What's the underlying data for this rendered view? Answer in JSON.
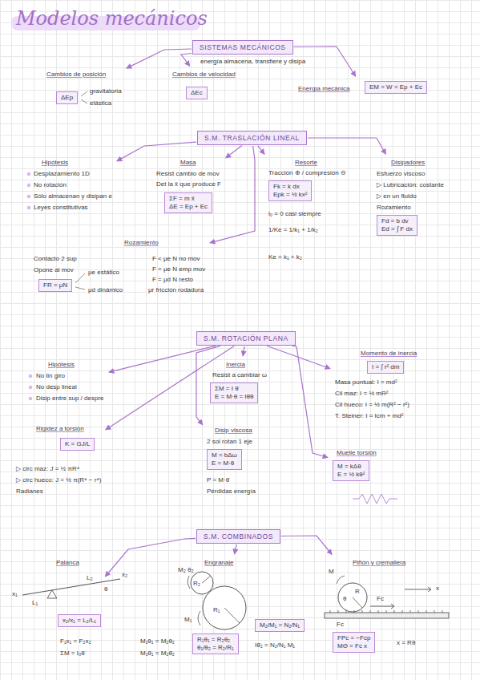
{
  "diagram": {
    "title": "Modelos mecánicos",
    "nodes": [
      {
        "text": [
          "SISTEMAS MECÁNICOS"
        ]
      },
      {
        "text": [
          "Cambios de posición",
          "gravitatoria",
          "elástica"
        ]
      },
      {
        "text": [
          "ΔEp"
        ],
        "in": 1
      },
      {
        "text": [
          "Cambios de velocidad"
        ]
      },
      {
        "text": [
          "ΔEc"
        ],
        "in": 3
      },
      {
        "text": [
          "Energía mecánica"
        ]
      },
      {
        "text": [
          "EM = W = Ep + Ec"
        ],
        "in": 5
      },
      {
        "text": [
          "S.M. TRASLACIÓN LINEAL"
        ]
      },
      {
        "text": [
          "Hipótesis",
          "Desplazamiento 1D",
          "No rotación",
          "Sólo almacenan y disipan e",
          "Leyes constitutivas"
        ]
      },
      {
        "text": [
          "Masa",
          "Resist cambio de mov",
          "Det la ẍ que produce F"
        ]
      },
      {
        "text": [
          "ΣF = m ẍ",
          "ΔE = Ep + Ec"
        ],
        "in": 9
      },
      {
        "text": [
          "Resorte",
          "Tracción ⊕ / compresión ⊖",
          "l₀ = 0 casi siempre",
          "1/Ke = 1/k₁ + 1/k₂",
          "Ke = k₁ + k₂"
        ]
      },
      {
        "text": [
          "Fk = k dx",
          "Epk = ½ kx²"
        ],
        "in": 11
      },
      {
        "text": [
          "Disipadores",
          "Esfuerzo viscoso",
          "▷ Lubricación: costante",
          "▷ en un fluido",
          "Rozamiento"
        ]
      },
      {
        "text": [
          "Fd = b dv",
          "Ed = ∫ F dx"
        ],
        "in": 13
      },
      {
        "text": [
          "Rozamiento",
          "Contacto 2 sup",
          "Opone al mov",
          "μe estático",
          "μd dinámico",
          "F < μe N no mov",
          "F = μe N emp mov",
          "F = μd N resto",
          "μr fricción rodadura"
        ]
      },
      {
        "text": [
          "FR = μN"
        ],
        "in": 15
      },
      {
        "text": [
          "S.M. ROTACIÓN PLANA"
        ]
      },
      {
        "text": [
          "Hipótesis",
          "No lin giro",
          "No desp lineal",
          "Disip entre sup / despre"
        ]
      },
      {
        "text": [
          "Inercia",
          "Resist a cambiar ω"
        ]
      },
      {
        "text": [
          "ΣM = I θ̈",
          "E = M·θ = Iθ̈θ"
        ],
        "in": 19
      },
      {
        "text": [
          "Momento de inercia",
          "Masa puntual: I = md²",
          "Cil maz: I = ½ mR²",
          "Cil hueco: I = ½ m(R² − r²)",
          "T. Steiner: I = Icm + md²"
        ]
      },
      {
        "text": [
          "I = ∫ r² dm"
        ],
        "in": 21
      },
      {
        "text": [
          "Rigidez a torsión",
          "▷ circ maz: J = ½ πR⁴",
          "▷ circ hueco: J = ½ π(R⁴ − r⁴)",
          "Radianes"
        ]
      },
      {
        "text": [
          "K = GJ/L"
        ],
        "in": 23
      },
      {
        "text": [
          "Disip viscosa",
          "2 sol rotan 1 eje",
          "P = M·θ̇",
          "Pérdidas energía"
        ]
      },
      {
        "text": [
          "M = bΔω",
          "E = M·θ"
        ],
        "in": 25
      },
      {
        "text": [
          "Muelle torsión"
        ]
      },
      {
        "text": [
          "M = kΔθ",
          "E = ½ kθ²"
        ],
        "in": 27
      },
      {
        "text": [
          "S.M. COMBINADOS"
        ]
      },
      {
        "text": [
          "Palanca",
          "F₁x₁ = F₂x₂",
          "ΣM = I₀θ̈"
        ]
      },
      {
        "text": [
          "x₂/x₁ = L₂/L₁"
        ],
        "in": 30
      },
      {
        "text": [
          "Engranaje",
          "M₁θ₁ = M₂θ₂",
          "M₁θ̇₁ = M₂θ̇₂",
          "Iθ̈₂ = N₂/N₁ M₁"
        ]
      },
      {
        "text": [
          "R₁θ₁ = R₂θ₂",
          "θ₁/θ₂ = R₂/R₁"
        ],
        "in": 32
      },
      {
        "text": [
          "M₂/M₁ = N₂/N₁"
        ],
        "in": 32
      },
      {
        "text": [
          "Piñón y cremallera",
          "x = Rθ"
        ]
      },
      {
        "text": [
          "FPc = −Fcp",
          "MΘ = Fc x"
        ],
        "in": 35
      }
    ],
    "edges": [
      {
        "from": 0,
        "to": 1,
        "arrow": "to"
      },
      {
        "from": 0,
        "to": 3,
        "arrow": "to"
      },
      {
        "from": 0,
        "to": 5,
        "arrow": "to"
      },
      {
        "from": 7,
        "to": 8,
        "arrow": "to"
      },
      {
        "from": 7,
        "to": 9,
        "arrow": "to"
      },
      {
        "from": 7,
        "to": 11,
        "arrow": "to"
      },
      {
        "from": 7,
        "to": 13,
        "arrow": "to"
      },
      {
        "from": 7,
        "to": 15,
        "arrow": "to"
      },
      {
        "from": 17,
        "to": 18,
        "arrow": "to"
      },
      {
        "from": 17,
        "to": 19,
        "arrow": "to"
      },
      {
        "from": 17,
        "to": 21,
        "arrow": "to"
      },
      {
        "from": 17,
        "to": 23,
        "arrow": "to"
      },
      {
        "from": 17,
        "to": 25,
        "arrow": "to"
      },
      {
        "from": 17,
        "to": 27,
        "arrow": "to"
      },
      {
        "from": 29,
        "to": 30,
        "arrow": "to"
      },
      {
        "from": 29,
        "to": 32,
        "arrow": "to"
      },
      {
        "from": 29,
        "to": 35,
        "arrow": "to"
      }
    ],
    "labels": [
      "energía almacena, transfiere y disipa",
      "x₁",
      "L₁",
      "L₂",
      "θ",
      "x₂",
      "M₂",
      "θ₂",
      "R₂",
      "R₁",
      "M₁",
      "M",
      "R",
      "θ",
      "x",
      "Fc",
      "Fc"
    ]
  }
}
